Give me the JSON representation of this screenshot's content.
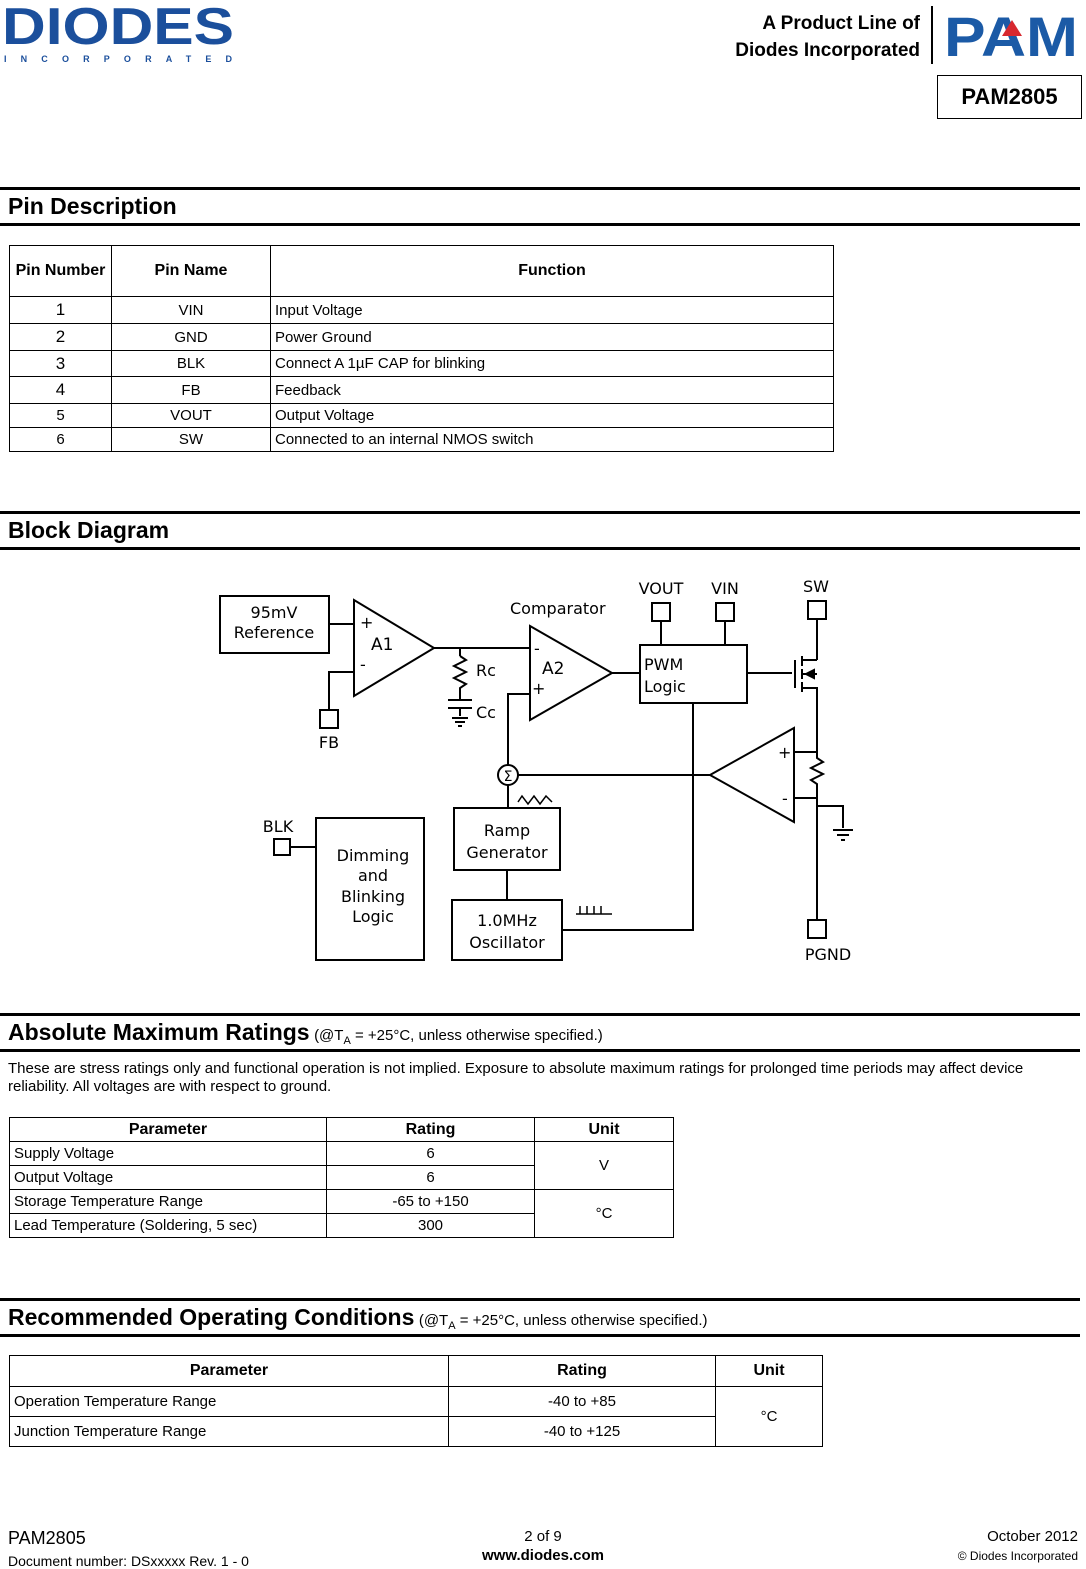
{
  "header": {
    "brand_logo_text": "DIODES",
    "brand_logo_sub": "INCORPORATED",
    "product_line_1": "A Product Line of",
    "product_line_2": "Diodes Incorporated",
    "pam_logo_text": "PAM",
    "part_number": "PAM2805"
  },
  "pin_description": {
    "title": "Pin Description",
    "headers": {
      "number": "Pin Number",
      "name": "Pin Name",
      "function": "Function"
    },
    "rows": [
      {
        "number": "1",
        "name": "VIN",
        "function": "Input Voltage"
      },
      {
        "number": "2",
        "name": "GND",
        "function": "Power Ground"
      },
      {
        "number": "3",
        "name": "BLK",
        "function": "Connect A 1µF CAP for blinking"
      },
      {
        "number": "4",
        "name": "FB",
        "function": "Feedback"
      },
      {
        "number": "5",
        "name": "VOUT",
        "function": "Output Voltage"
      },
      {
        "number": "6",
        "name": "SW",
        "function": "Connected to an internal NMOS switch"
      }
    ]
  },
  "block_diagram": {
    "title": "Block Diagram",
    "labels": {
      "ref": [
        "95mV",
        "Reference"
      ],
      "a1": "A1",
      "fb": "FB",
      "rc": "Rc",
      "cc": "Cc",
      "comparator": "Comparator",
      "a2": "A2",
      "vout": "VOUT",
      "vin": "VIN",
      "sw": "SW",
      "pwm": [
        "PWM",
        "Logic"
      ],
      "sigma": "Σ",
      "ramp": [
        "Ramp",
        "Generator"
      ],
      "osc": [
        "1.0MHz",
        "Oscillator"
      ],
      "blk": "BLK",
      "dim": [
        "Dimming",
        "and",
        "Blinking",
        "Logic"
      ],
      "pgnd": "PGND",
      "plus": "+",
      "minus": "-"
    }
  },
  "abs_max": {
    "title": "Absolute Maximum Ratings",
    "cond_pre": "(@T",
    "cond_sub": "A",
    "cond_post": " = +25°C, unless otherwise specified.)",
    "note": "These are stress ratings only and functional operation is not implied.  Exposure to absolute maximum ratings for prolonged time periods may affect device reliability. All voltages are with respect to ground.",
    "headers": {
      "parameter": "Parameter",
      "rating": "Rating",
      "unit": "Unit"
    },
    "rows": [
      {
        "parameter": "Supply Voltage",
        "rating": "6"
      },
      {
        "parameter": "Output Voltage",
        "rating": "6"
      },
      {
        "parameter": "Storage Temperature Range",
        "rating": "-65 to +150"
      },
      {
        "parameter": "Lead Temperature (Soldering, 5 sec)",
        "rating": "300"
      }
    ],
    "unit_v": "V",
    "unit_c": "°C"
  },
  "rec_op": {
    "title": "Recommended Operating Conditions",
    "cond_pre": "(@T",
    "cond_sub": "A",
    "cond_post": " = +25°C, unless otherwise specified.)",
    "headers": {
      "parameter": "Parameter",
      "rating": "Rating",
      "unit": "Unit"
    },
    "rows": [
      {
        "parameter": "Operation Temperature Range",
        "rating": "-40 to +85"
      },
      {
        "parameter": "Junction Temperature Range",
        "rating": "-40 to +125"
      }
    ],
    "unit": "°C"
  },
  "footer": {
    "part": "PAM2805",
    "doc": "Document number: DSxxxxx Rev. 1 - 0",
    "page": "2 of 9",
    "url": "www.diodes.com",
    "date": "October 2012",
    "copyright": "© Diodes Incorporated"
  },
  "colors": {
    "diodes_blue": "#1b4f9c",
    "pam_blue": "#1b5aa6",
    "pam_red": "#d7282f"
  }
}
